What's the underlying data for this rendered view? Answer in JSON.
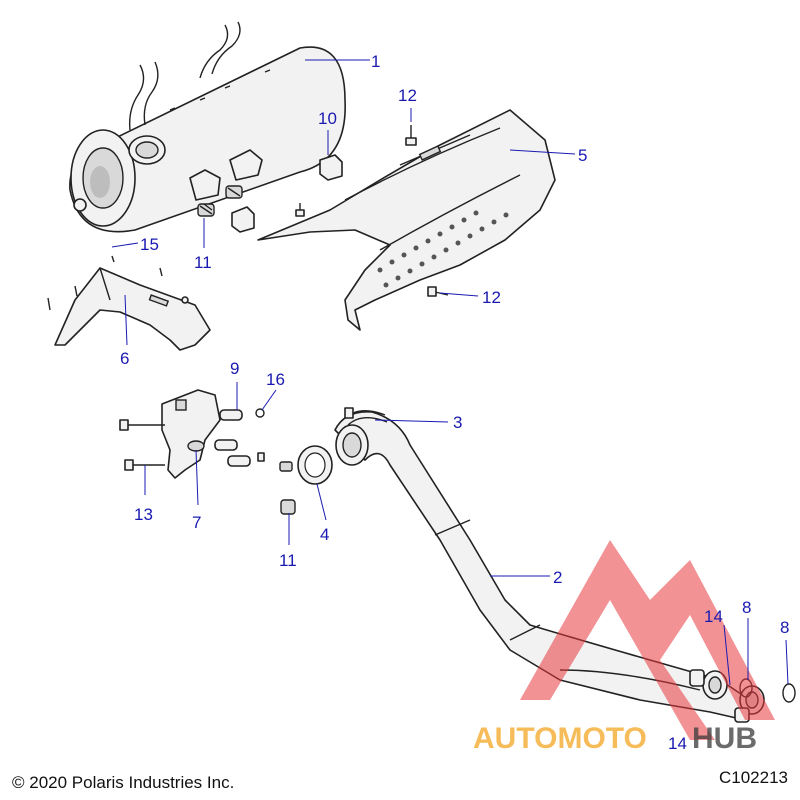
{
  "footer": {
    "copyright": "© 2020 Polaris Industries Inc.",
    "drawing_code": "C102213"
  },
  "watermark": {
    "text_prefix": "AUTOMOTO",
    "text_suffix": "HUB",
    "colors": {
      "logo": "#e8383d",
      "prefix": "#f5a623",
      "suffix": "#3a3a3a"
    }
  },
  "callouts": [
    {
      "id": "c1",
      "label": "1"
    },
    {
      "id": "c2",
      "label": "2"
    },
    {
      "id": "c3",
      "label": "3"
    },
    {
      "id": "c4",
      "label": "4"
    },
    {
      "id": "c5",
      "label": "5"
    },
    {
      "id": "c6",
      "label": "6"
    },
    {
      "id": "c7",
      "label": "7"
    },
    {
      "id": "c8a",
      "label": "8"
    },
    {
      "id": "c8b",
      "label": "8"
    },
    {
      "id": "c9",
      "label": "9"
    },
    {
      "id": "c10",
      "label": "10"
    },
    {
      "id": "c11a",
      "label": "11"
    },
    {
      "id": "c11b",
      "label": "11"
    },
    {
      "id": "c12a",
      "label": "12"
    },
    {
      "id": "c12b",
      "label": "12"
    },
    {
      "id": "c13",
      "label": "13"
    },
    {
      "id": "c14a",
      "label": "14"
    },
    {
      "id": "c14b",
      "label": "14"
    },
    {
      "id": "c15",
      "label": "15"
    },
    {
      "id": "c16",
      "label": "16"
    }
  ],
  "colors": {
    "callout": "#1a1ab0",
    "line": "#222222"
  }
}
